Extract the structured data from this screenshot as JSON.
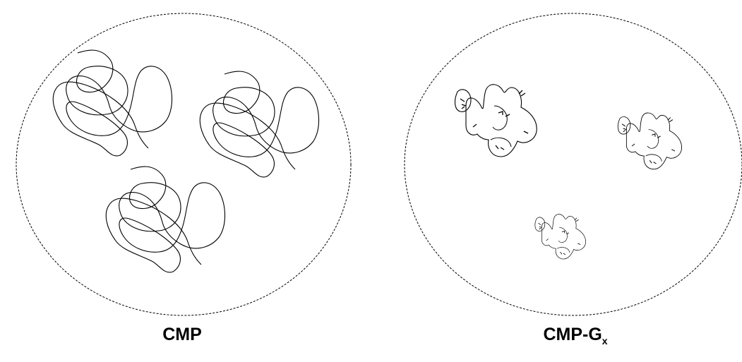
{
  "labels": {
    "left": "CMP",
    "right_main": "CMP-G",
    "right_sub": "x"
  },
  "colors": {
    "stroke": "#000000",
    "background": "#ffffff"
  }
}
